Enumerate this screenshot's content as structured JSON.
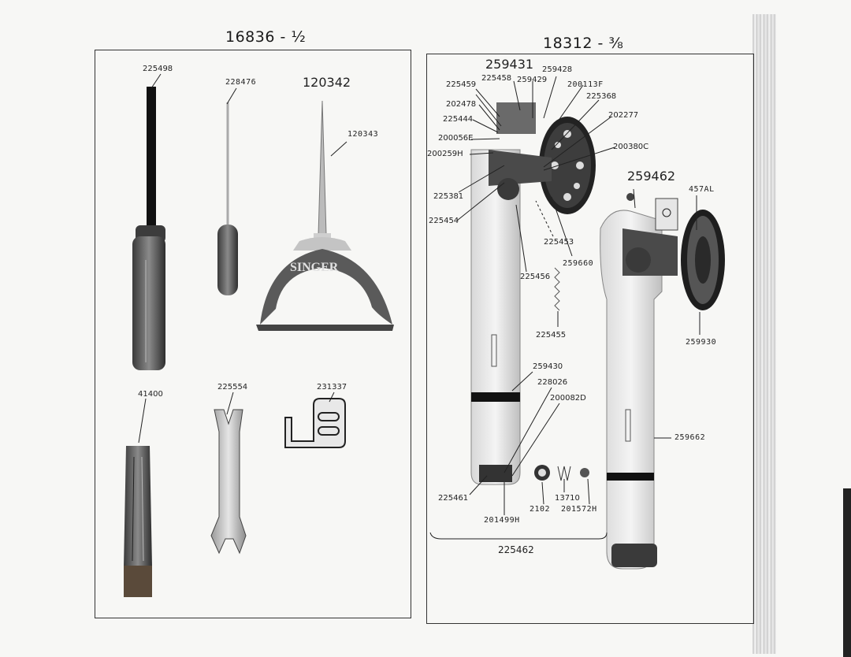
{
  "titles": {
    "left": "16836 - ½",
    "right": "18312 - ⅜"
  },
  "oil_can": {
    "brand": "SINGER"
  },
  "left_parts": {
    "screwdriver_large": "225498",
    "screwdriver_small": "228476",
    "oil_can": "120342",
    "oil_can_spout": "120343",
    "handle": "41400",
    "wrench": "225554",
    "bracket": "231337"
  },
  "right_parts": {
    "assembly_main": "259431",
    "p259428": "259428",
    "p225459": "225459",
    "p225458": "225458",
    "p259429": "259429",
    "p200113F": "200113F",
    "p225368": "225368",
    "p202478": "202478",
    "p225444": "225444",
    "p202277": "202277",
    "p200056E": "200056E",
    "p200380C": "200380C",
    "p200259H": "200259H",
    "assembly_second": "259462",
    "p457AL": "457AL",
    "p225381": "225381",
    "p225454": "225454",
    "p225453": "225453",
    "p259660": "259660",
    "p225456": "225456",
    "p225455": "225455",
    "p259930": "259930",
    "p259430": "259430",
    "p228026": "228026",
    "p200082D": "200082D",
    "p259662": "259662",
    "p225461": "225461",
    "p13710": "13710",
    "p2102": "2102",
    "p201572H": "201572H",
    "p201499H": "201499H",
    "assembly_bottom": "225462"
  }
}
